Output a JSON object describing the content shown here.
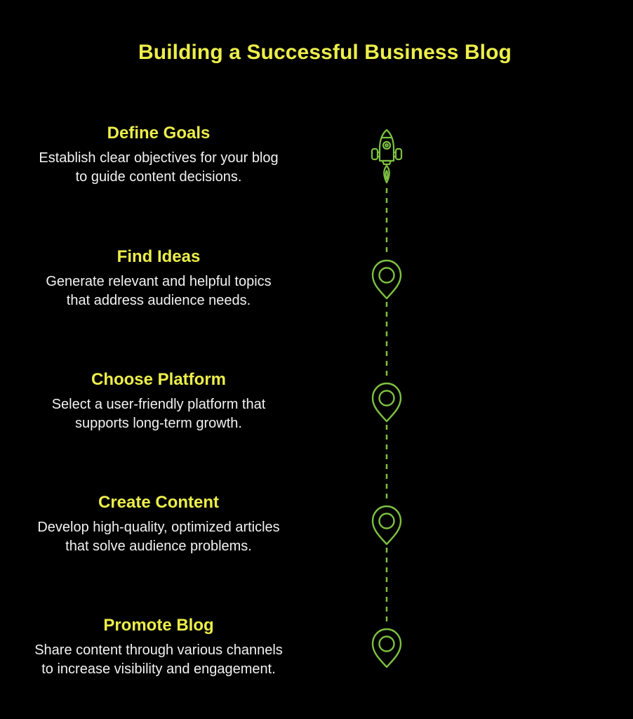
{
  "title": "Building a Successful Business Blog",
  "colors": {
    "background": "#000000",
    "heading": "#ecee4a",
    "text": "#f2f2f2",
    "accent": "#7dc242"
  },
  "steps": [
    {
      "heading": "Define Goals",
      "line1": "Establish clear objectives for your blog",
      "line2": "to guide content decisions.",
      "icon": "rocket-icon"
    },
    {
      "heading": "Find Ideas",
      "line1": "Generate relevant and helpful topics",
      "line2": "that address audience needs.",
      "icon": "location-pin-icon"
    },
    {
      "heading": "Choose Platform",
      "line1": "Select a user-friendly platform that",
      "line2": "supports long-term growth.",
      "icon": "location-pin-icon"
    },
    {
      "heading": "Create Content",
      "line1": "Develop high-quality, optimized articles",
      "line2": "that solve audience problems.",
      "icon": "location-pin-icon"
    },
    {
      "heading": "Promote Blog",
      "line1": "Share content through various channels",
      "line2": "to increase visibility and engagement.",
      "icon": "location-pin-icon"
    }
  ]
}
